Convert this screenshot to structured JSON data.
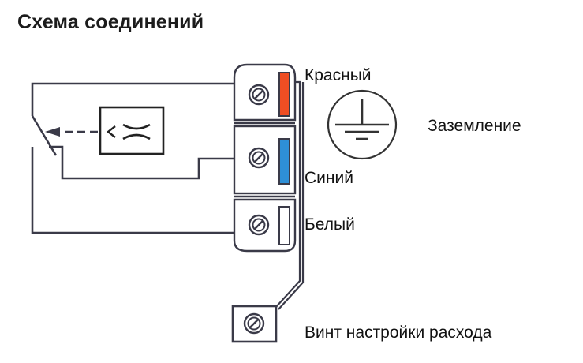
{
  "title": "Схема соединений",
  "labels": {
    "red": "Красный",
    "ground": "Заземление",
    "blue": "Синий",
    "white": "Белый",
    "adjust_screw": "Винт настройки расхода"
  },
  "wire_colors": {
    "red": "#f04e23",
    "blue": "#2e8fd6",
    "white": "#ffffff"
  },
  "icons": {
    "ground": "earth-ground-icon",
    "terminal_screw": "slotted-screw-icon",
    "sensor": "flow-sensor-icon",
    "switch": "switch-contact-icon"
  }
}
